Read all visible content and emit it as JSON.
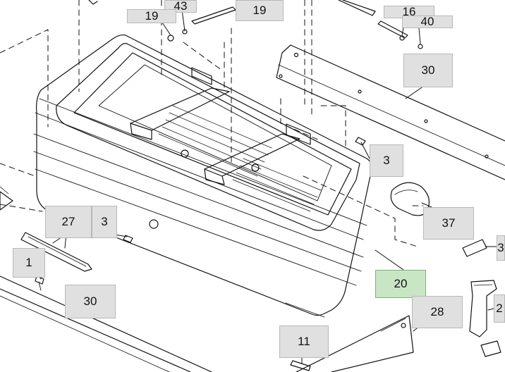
{
  "callouts": [
    {
      "id": "43",
      "label": "43"
    },
    {
      "id": "19a",
      "label": "19"
    },
    {
      "id": "19b",
      "label": "19"
    },
    {
      "id": "16",
      "label": "16"
    },
    {
      "id": "40",
      "label": "40"
    },
    {
      "id": "30a",
      "label": "30"
    },
    {
      "id": "3a",
      "label": "3"
    },
    {
      "id": "37",
      "label": "37"
    },
    {
      "id": "3b",
      "label": "3"
    },
    {
      "id": "27",
      "label": "27"
    },
    {
      "id": "3c",
      "label": "3"
    },
    {
      "id": "1",
      "label": "1"
    },
    {
      "id": "30b",
      "label": "30"
    },
    {
      "id": "20",
      "label": "20",
      "highlight": true
    },
    {
      "id": "28",
      "label": "28"
    },
    {
      "id": "2",
      "label": "2"
    },
    {
      "id": "11",
      "label": "11"
    }
  ],
  "colors": {
    "callout_bg": "#e0e0e0",
    "callout_highlight_bg": "#c8e6c4",
    "line": "#111111"
  }
}
